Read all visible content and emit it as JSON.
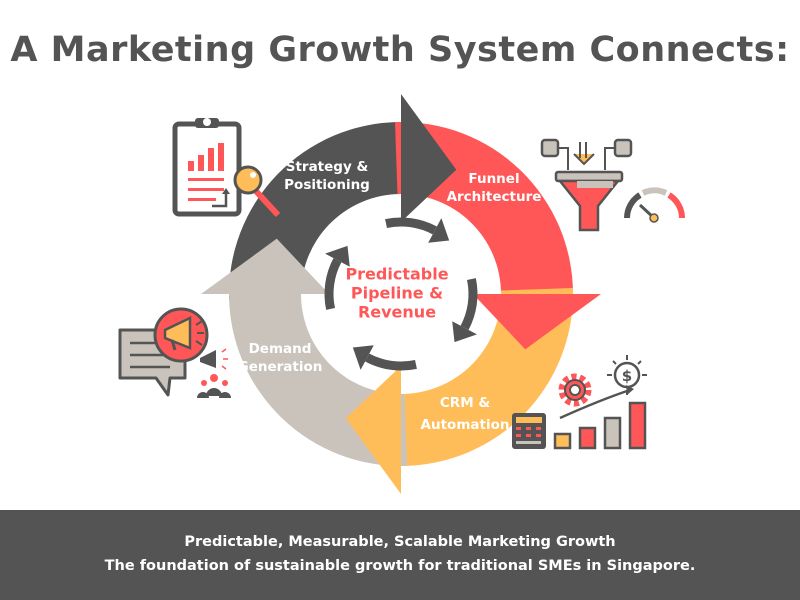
{
  "title": "A Marketing Growth System Connects:",
  "colors": {
    "dark": "#545454",
    "red": "#ff5757",
    "yellow": "#ffbd59",
    "gray": "#c9c3bc"
  },
  "segments": [
    {
      "label_line1": "Strategy &",
      "label_line2": "Positioning",
      "color": "#545454",
      "icon": "clipboard-chart-magnifier-icon"
    },
    {
      "label_line1": "Funnel",
      "label_line2": "Architecture",
      "color": "#ff5757",
      "icon": "funnel-gauge-icon"
    },
    {
      "label_line1": "CRM &",
      "label_line2": "Automation",
      "color": "#ffbd59",
      "icon": "calculator-gear-growth-icon"
    },
    {
      "label_line1": "Demand",
      "label_line2": "Generation",
      "color": "#c9c3bc",
      "icon": "megaphone-audience-icon"
    }
  ],
  "center": {
    "line1": "Predictable",
    "line2": "Pipeline &",
    "line3": "Revenue"
  },
  "footer": {
    "line1": "Predictable, Measurable, Scalable Marketing Growth",
    "line2": "The foundation of sustainable growth for traditional SMEs in Singapore."
  }
}
